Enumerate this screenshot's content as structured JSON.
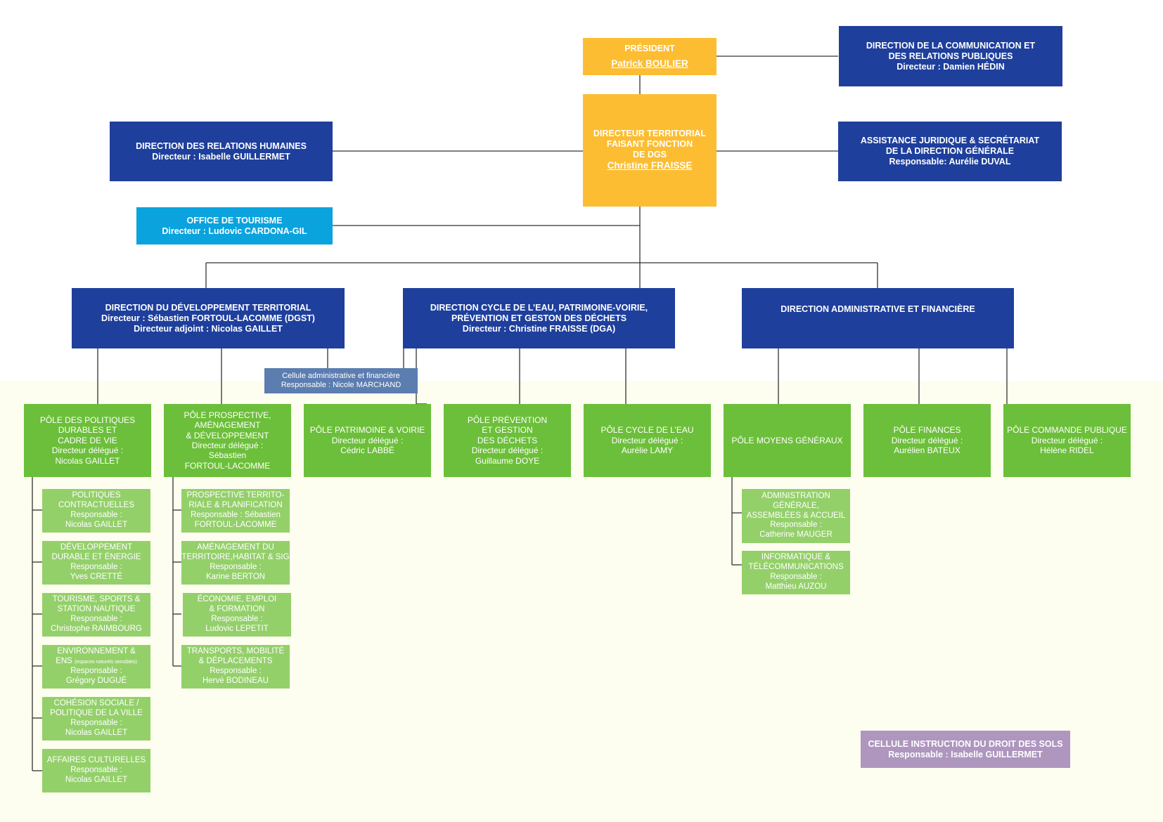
{
  "president": {
    "title": "PRÉSIDENT",
    "name": "Patrick BOULIER"
  },
  "dgs": {
    "title_line1": "DIRECTEUR TERRITORIAL",
    "title_line2": "FAISANT FONCTION",
    "title_line3": "DE DGS",
    "name": "Christine FRAISSE"
  },
  "communication": {
    "line1": "DIRECTION DE LA COMMUNICATION ET",
    "line2": "DES RELATIONS PUBLIQUES",
    "director": "Directeur : Damien HÉDIN"
  },
  "relations_humaines": {
    "title": "DIRECTION DES RELATIONS HUMAINES",
    "director": "Directeur : Isabelle GUILLERMET"
  },
  "assistance": {
    "line1": "ASSISTANCE JURIDIQUE & SECRÉTARIAT",
    "line2": "DE LA DIRECTION GÉNÉRALE",
    "director": "Responsable: Aurélie DUVAL"
  },
  "tourisme": {
    "title": "OFFICE DE TOURISME",
    "director": "Directeur : Ludovic CARDONA-GIL"
  },
  "dir_dev": {
    "title": "DIRECTION DU DÉVELOPPEMENT TERRITORIAL",
    "director": "Directeur : Sébastien FORTOUL-LACOMME  (DGST)",
    "deputy": "Directeur adjoint : Nicolas GAILLET"
  },
  "dir_eau": {
    "line1": "DIRECTION CYCLE DE L’EAU, PATRIMOINE-VOIRIE,",
    "line2": "PRÉVENTION ET GESTON DES DÉCHETS",
    "director": "Directeur : Christine FRAISSE (DGA)"
  },
  "dir_admin": {
    "title": "DIRECTION ADMINISTRATIVE ET FINANCIÈRE"
  },
  "cellule_admin": {
    "title": "Cellule administrative et financière",
    "resp": "Responsable : Nicole MARCHAND"
  },
  "poles": [
    {
      "lines": [
        "PÔLE DES POLITIQUES",
        "DURABLES ET",
        "CADRE DE VIE",
        "Directeur délégué :",
        "Nicolas GAILLET"
      ]
    },
    {
      "lines": [
        "PÔLE PROSPECTIVE,",
        "AMÉNAGEMENT",
        "& DÉVELOPPEMENT",
        "Directeur délégué :",
        "Sébastien",
        "FORTOUL-LACOMME"
      ]
    },
    {
      "lines": [
        "PÔLE PATRIMOINE & VOIRIE",
        "Directeur délégué :",
        "Cédric LABBÉ"
      ]
    },
    {
      "lines": [
        "PÔLE PRÉVENTION",
        "ET GESTION",
        "DES DÉCHETS",
        "Directeur délégué :",
        "Guillaume DOYE"
      ]
    },
    {
      "lines": [
        "PÔLE CYCLE DE L’EAU",
        "Directeur délégué :",
        "Aurélie LAMY"
      ]
    },
    {
      "lines": [
        "PÔLE MOYENS GÉNÉRAUX"
      ]
    },
    {
      "lines": [
        "PÔLE FINANCES",
        "Directeur délégué :",
        "Aurélien BATEUX"
      ]
    },
    {
      "lines": [
        "PÔLE COMMANDE PUBLIQUE",
        "Directeur délégué :",
        "Hélène RIDEL"
      ]
    }
  ],
  "sub_col1": [
    {
      "lines": [
        "POLITIQUES",
        "CONTRACTUELLES",
        "Responsable :",
        "Nicolas GAILLET"
      ]
    },
    {
      "lines": [
        "DÉVELOPPEMENT",
        "DURABLE ET ÉNERGIE",
        "Responsable :",
        "Yves CRETTÉ"
      ]
    },
    {
      "lines": [
        "TOURISME, SPORTS &",
        "STATION NAUTIQUE",
        "Responsable :",
        "Christophe RAIMBOURG"
      ]
    },
    {
      "line1": "ENVIRONNEMENT &",
      "line2a": "ENS",
      "line2b": "(espaces naturels sensibles)",
      "resp": "Responsable :",
      "name": "Grégory DUGUÉ"
    },
    {
      "lines": [
        "COHÉSION SOCIALE /",
        "POLITIQUE DE LA VILLE",
        "Responsable :",
        "Nicolas GAILLET"
      ]
    },
    {
      "lines": [
        "AFFAIRES CULTURELLES",
        "Responsable :",
        "Nicolas GAILLET"
      ]
    }
  ],
  "sub_col2": [
    {
      "lines": [
        "PROSPECTIVE TERRITO-",
        "RIALE  & PLANIFICATION",
        "Responsable : Sébastien",
        "FORTOUL-LACOMME"
      ]
    },
    {
      "lines": [
        "AMÉNAGEMENT DU",
        "TERRITOIRE,HABITAT & SIG",
        "Responsable :",
        "Karine BERTON"
      ]
    },
    {
      "lines": [
        "ÉCONOMIE, EMPLOI",
        "& FORMATION",
        "Responsable :",
        "Ludovic LEPETIT"
      ]
    },
    {
      "lines": [
        "TRANSPORTS, MOBILITÉ",
        "& DÉPLACEMENTS",
        "Responsable :",
        "Hervé BODINEAU"
      ]
    }
  ],
  "sub_col6": [
    {
      "lines": [
        "ADMINISTRATION",
        "GÉNÉRALE,",
        "ASSEMBLÉES & ACCUEIL",
        "Responsable :",
        "Catherine MAUGER"
      ]
    },
    {
      "lines": [
        "INFORMATIQUE &",
        "TÉLÉCOMMUNICATIONS",
        "Responsable :",
        "Matthieu AUZOU"
      ]
    }
  ],
  "cellule_sols": {
    "title": "CELLULE INSTRUCTION DU DROIT DES SOLS",
    "resp": "Responsable : Isabelle GUILLERMET"
  },
  "colors": {
    "navy": "#1e3f9c",
    "yellow": "#fcbd32",
    "cyan": "#0aa3dd",
    "green": "#6cbf3a",
    "light_green": "#94d06a",
    "slate": "#5c7db0",
    "purple": "#ae96be"
  }
}
